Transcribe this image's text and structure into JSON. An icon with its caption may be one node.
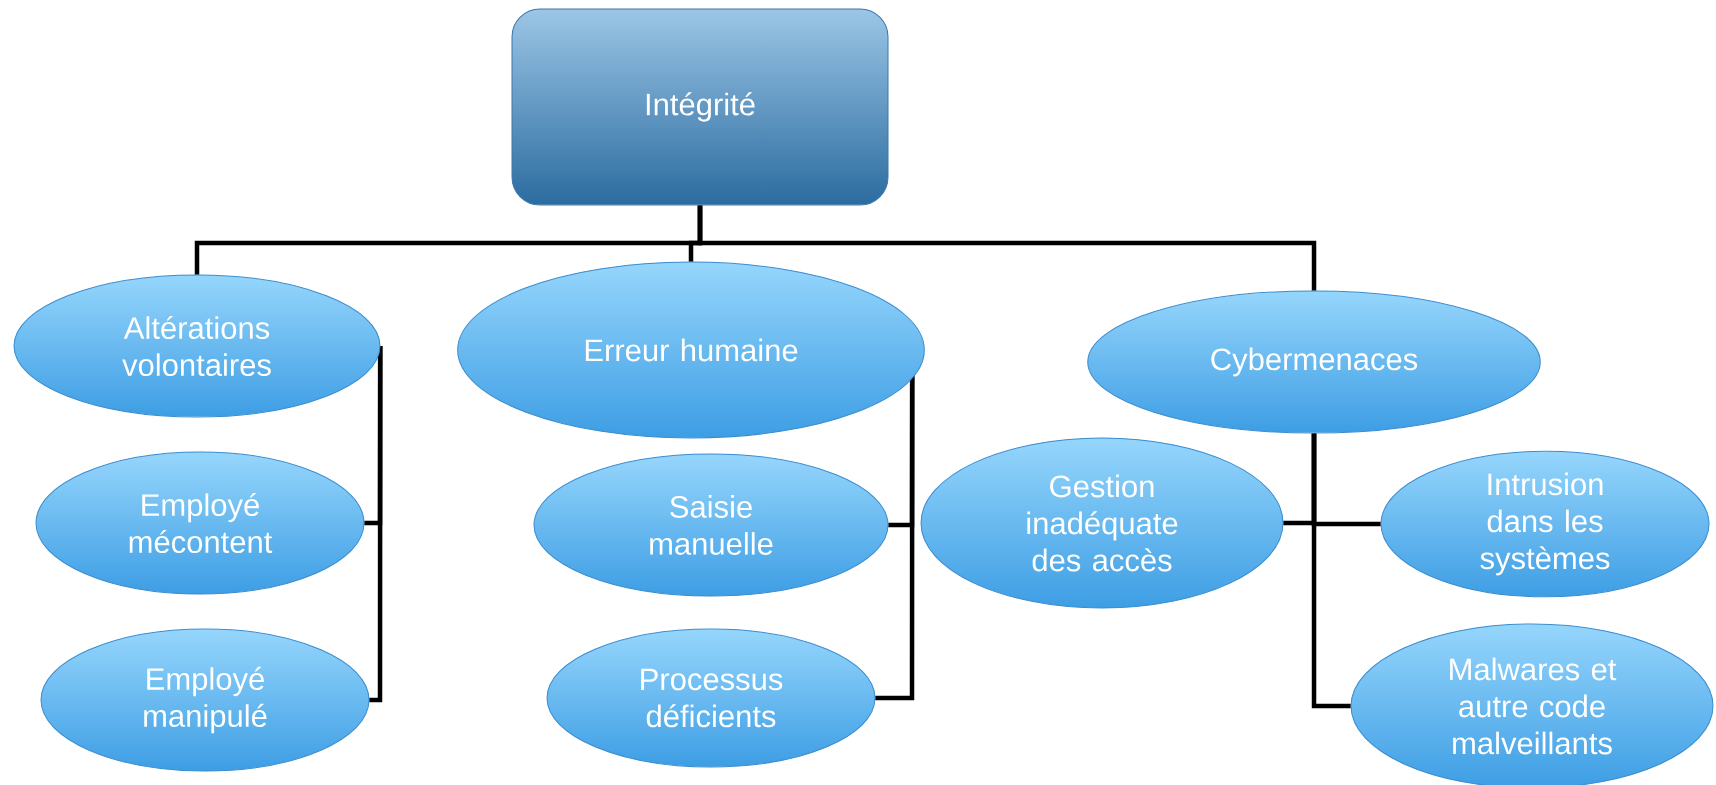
{
  "diagram": {
    "nodes": [
      {
        "text": [
          "Intégrité"
        ]
      },
      {
        "text": [
          "Altérations volontaires"
        ]
      },
      {
        "text": [
          "Erreur humaine"
        ]
      },
      {
        "text": [
          "Cybermenaces"
        ]
      },
      {
        "text": [
          "Employé mécontent"
        ]
      },
      {
        "text": [
          "Employé manipulé"
        ]
      },
      {
        "text": [
          "Saisie manuelle"
        ]
      },
      {
        "text": [
          "Processus déficients"
        ]
      },
      {
        "text": [
          "Gestion inadéquate des accès"
        ]
      },
      {
        "text": [
          "Intrusion dans les systèmes"
        ]
      },
      {
        "text": [
          "Malwares et autre code malveillants"
        ]
      }
    ],
    "edges": [
      {
        "from": 0,
        "to": 1,
        "arrow": "none"
      },
      {
        "from": 0,
        "to": 2,
        "arrow": "none"
      },
      {
        "from": 0,
        "to": 3,
        "arrow": "none"
      },
      {
        "from": 1,
        "to": 4,
        "arrow": "none"
      },
      {
        "from": 1,
        "to": 5,
        "arrow": "none"
      },
      {
        "from": 2,
        "to": 6,
        "arrow": "none"
      },
      {
        "from": 2,
        "to": 7,
        "arrow": "none"
      },
      {
        "from": 3,
        "to": 8,
        "arrow": "none"
      },
      {
        "from": 3,
        "to": 9,
        "arrow": "none"
      },
      {
        "from": 3,
        "to": 10,
        "arrow": "none"
      }
    ]
  }
}
